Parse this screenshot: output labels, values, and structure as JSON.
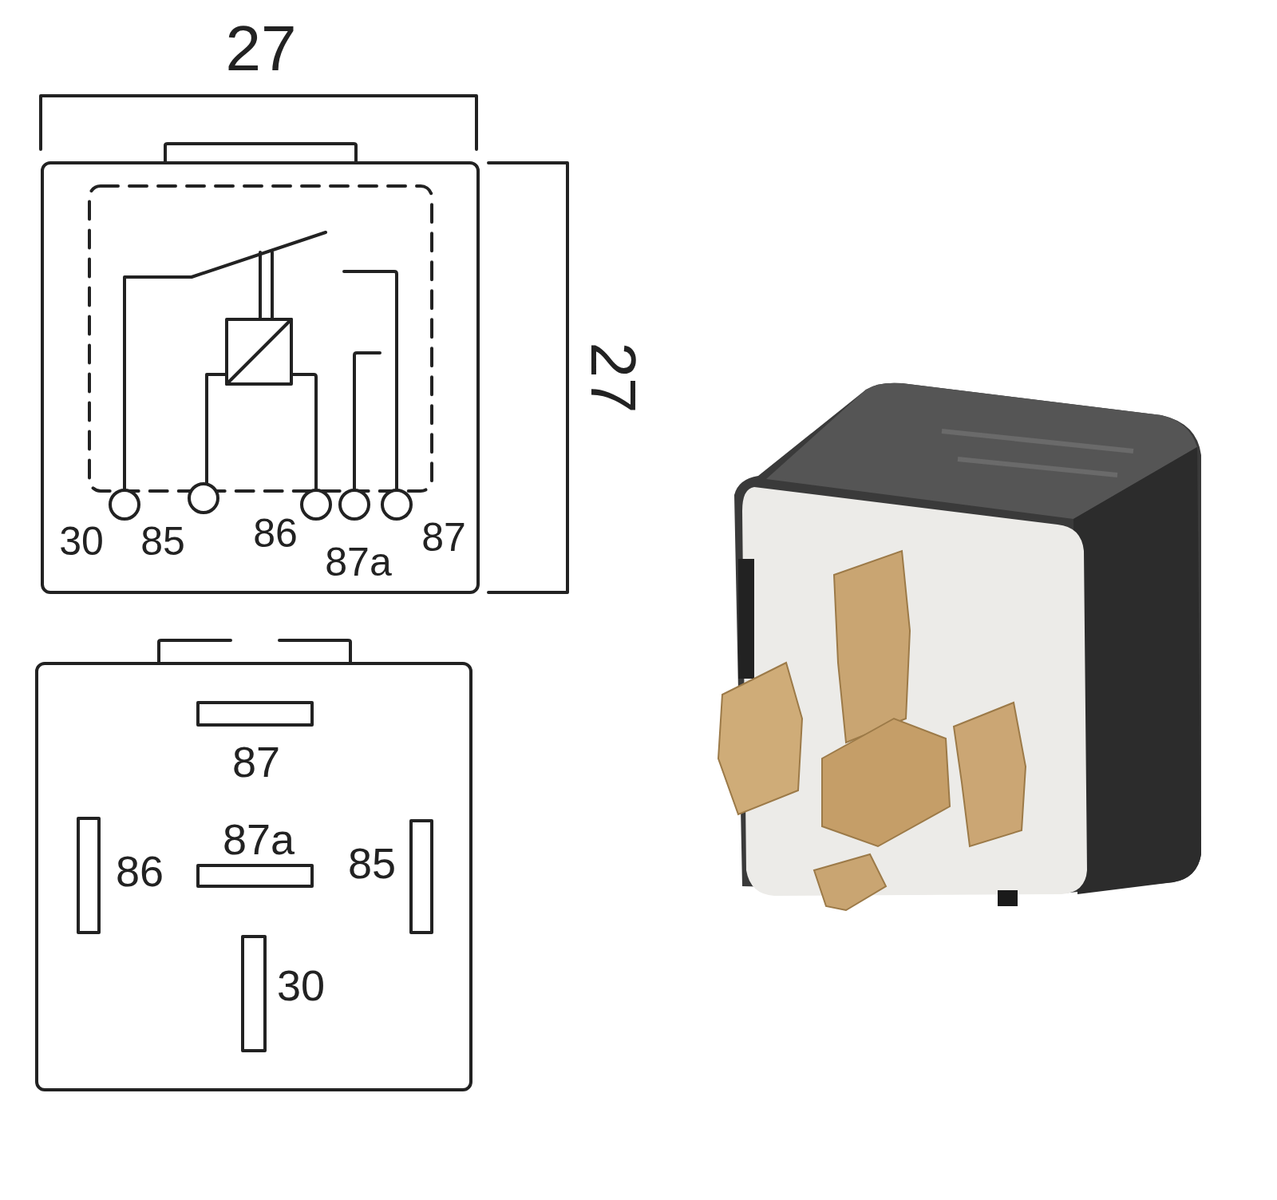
{
  "diagram": {
    "labels": [
      "27",
      "27",
      "30",
      "85",
      "86",
      "87a",
      "87",
      "87",
      "87a",
      "86",
      "85",
      "30"
    ]
  }
}
